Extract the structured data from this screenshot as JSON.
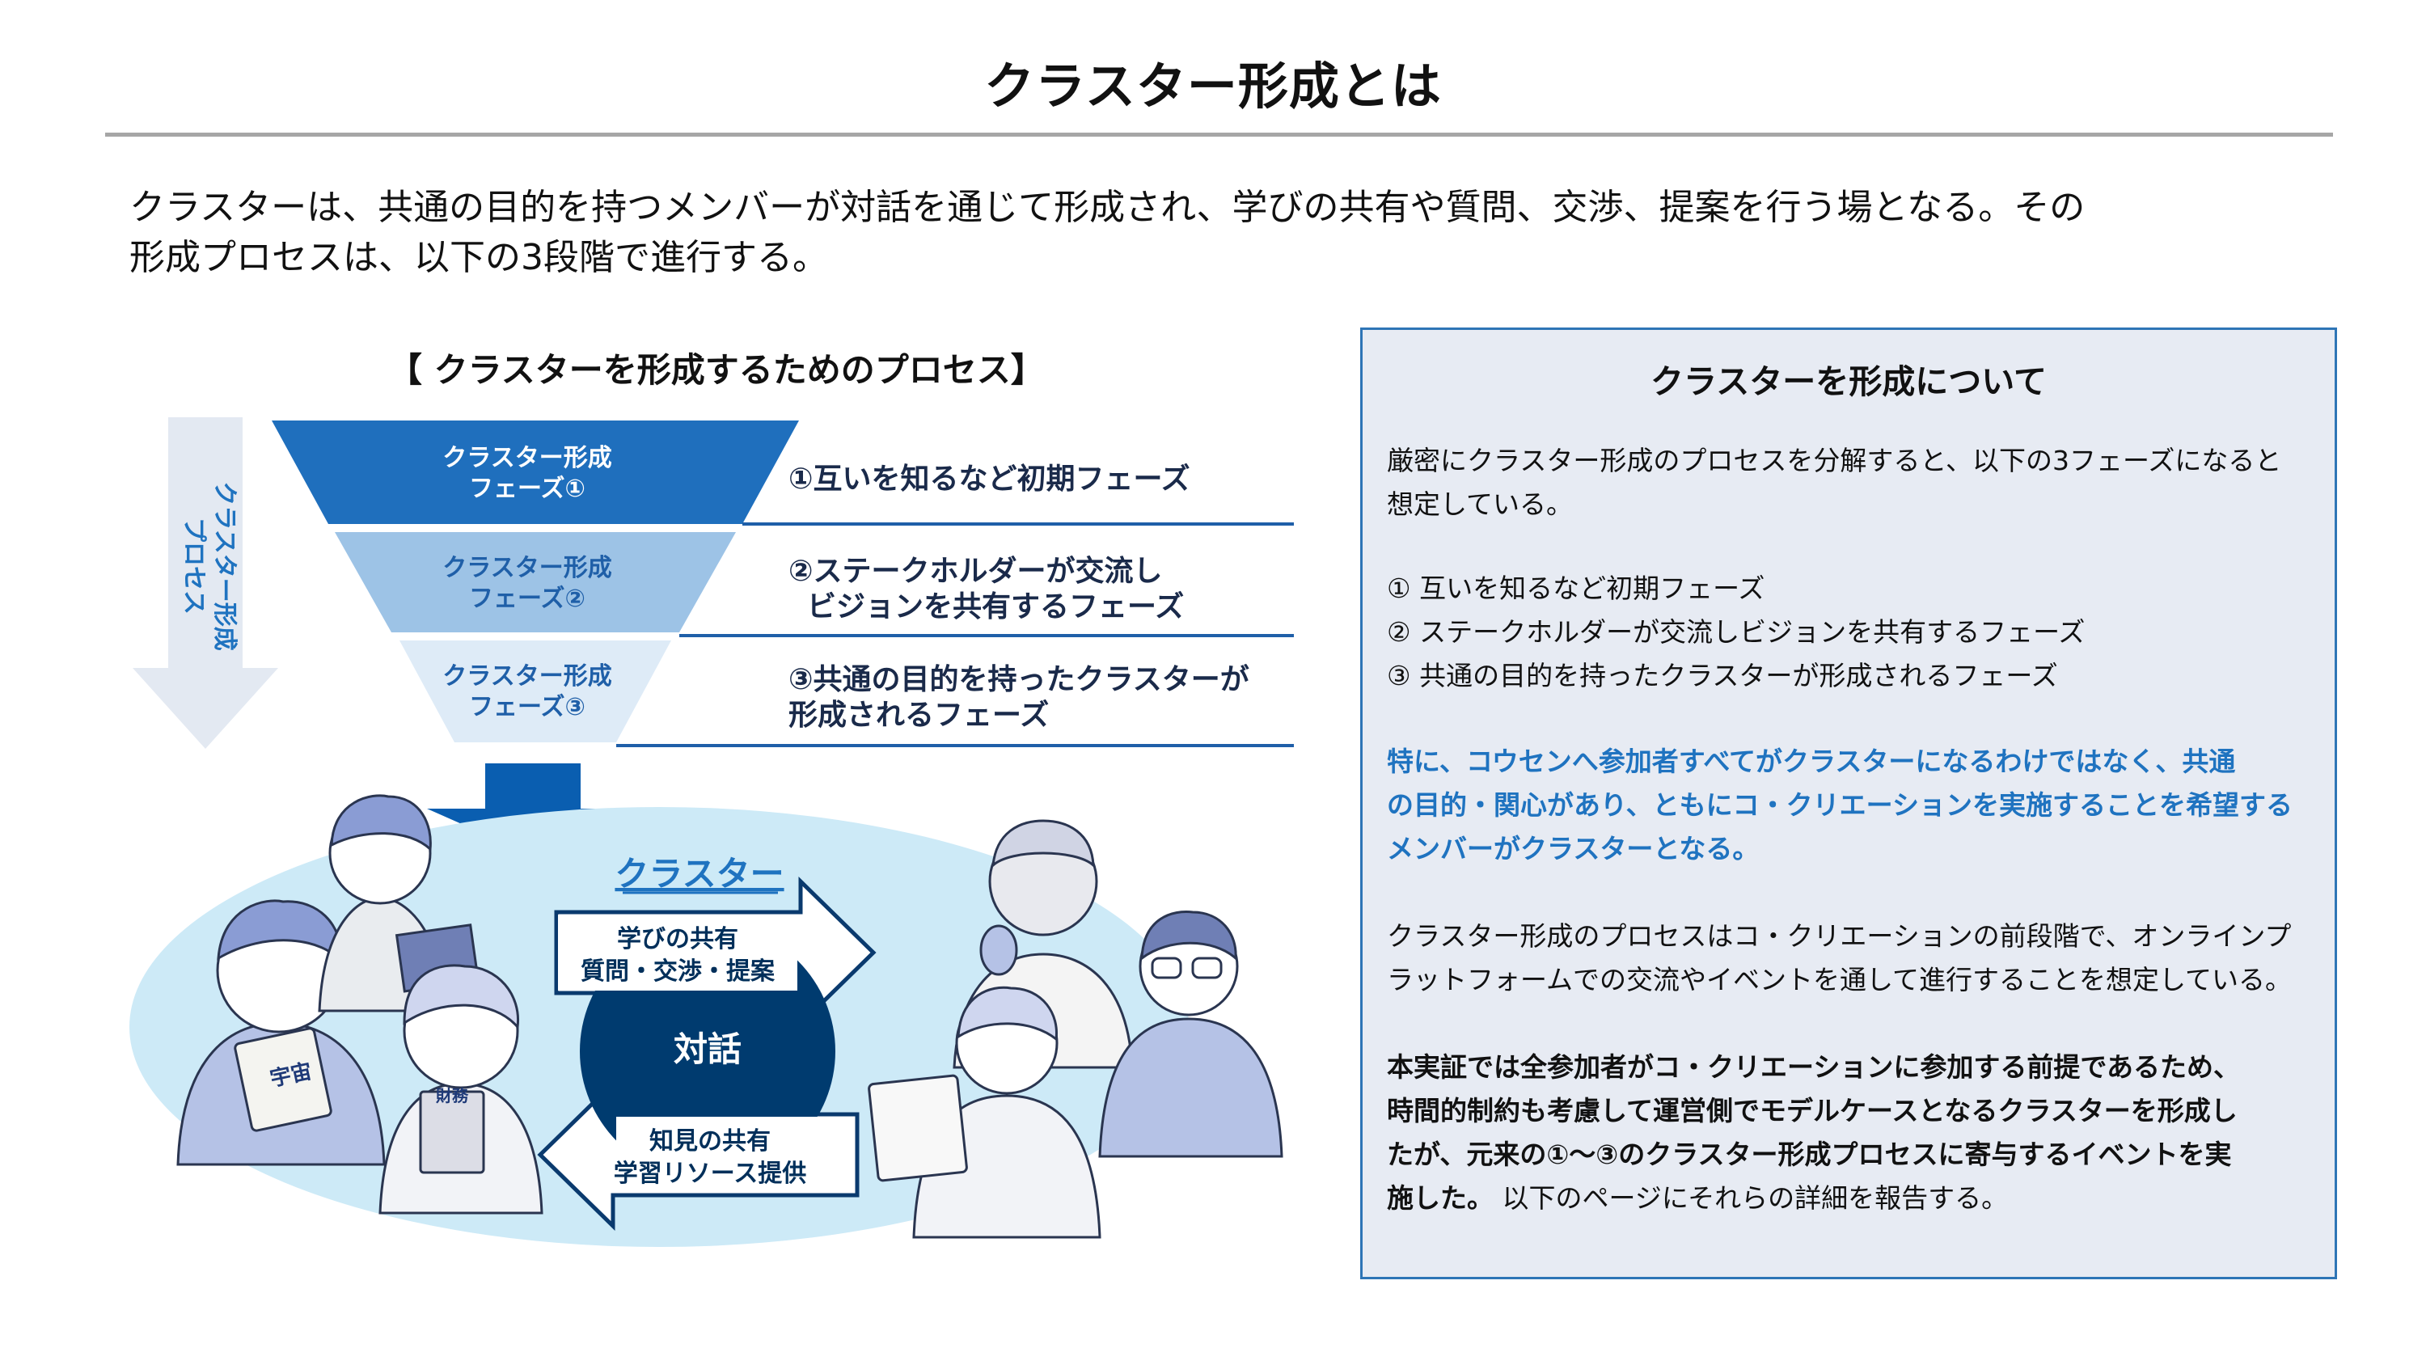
{
  "page_title": "クラスター形成とは",
  "intro": [
    "クラスターは、共通の目的を持つメンバーが対話を通じて形成され、学びの共有や質問、交渉、提案を行う場となる。その",
    "形成プロセスは、以下の3段階で進行する。"
  ],
  "diagram": {
    "title": "【 クラスターを形成するためのプロセス】",
    "side_arrow_label": [
      "クラスター形成",
      "プロセス"
    ],
    "phases": [
      {
        "label": [
          "クラスター形成",
          "フェーズ①"
        ],
        "description": [
          "①互いを知るなど初期フェーズ"
        ],
        "color": "#1f6fbd"
      },
      {
        "label": [
          "クラスター形成",
          "フェーズ②"
        ],
        "description": [
          "②ステークホルダーが交流し",
          "ビジョンを共有するフェーズ"
        ],
        "color": "#9dc3e6"
      },
      {
        "label": [
          "クラスター形成",
          "フェーズ③"
        ],
        "description": [
          "③共通の目的を持ったクラスターが",
          "形成されるフェーズ"
        ],
        "color": "#deebf7"
      }
    ],
    "cluster_label": "クラスター",
    "right_arrow_text": [
      "学びの共有",
      "質問・交渉・提案"
    ],
    "left_arrow_text": [
      "知見の共有",
      "学習リソース提供"
    ],
    "center_label": "対話",
    "book_label_1": "宇宙",
    "book_label_2": "財務"
  },
  "info_box": {
    "title": "クラスターを形成について",
    "paragraph1": [
      "厳密にクラスター形成のプロセスを分解すると、以下の3フェーズになると",
      "想定している。"
    ],
    "phase_list": [
      "① 互いを知るなど初期フェーズ",
      "② ステークホルダーが交流しビジョンを共有するフェーズ",
      "③ 共通の目的を持ったクラスターが形成されるフェーズ"
    ],
    "highlight": [
      "特に、コウセンへ参加者すべてがクラスターになるわけではなく、共通",
      "の目的・関心があり、ともにコ・クリエーションを実施することを希望する",
      "メンバーがクラスターとなる。"
    ],
    "paragraph2": [
      "クラスター形成のプロセスはコ・クリエーションの前段階で、オンラインプ",
      "ラットフォームでの交流やイベントを通して進行することを想定している。"
    ],
    "paragraph3_bold": [
      "本実証では全参加者がコ・クリエーションに参加する前提であるため、",
      "時間的制約も考慮して運営側でモデルケースとなるクラスターを形成し",
      "たが、元来の①～③のクラスター形成プロセスに寄与するイベントを実"
    ],
    "paragraph3_last_bold": "施した。",
    "paragraph3_last_normal": "以下のページにそれらの詳細を報告する。"
  },
  "colors": {
    "accent_blue": "#1f73c0",
    "dark_navy": "#003b6f",
    "arrow_blue": "#0a5eb0",
    "ellipse_fill": "#cdeaf7",
    "box_bg": "#e7ebf3",
    "box_border": "#2e75b6"
  }
}
